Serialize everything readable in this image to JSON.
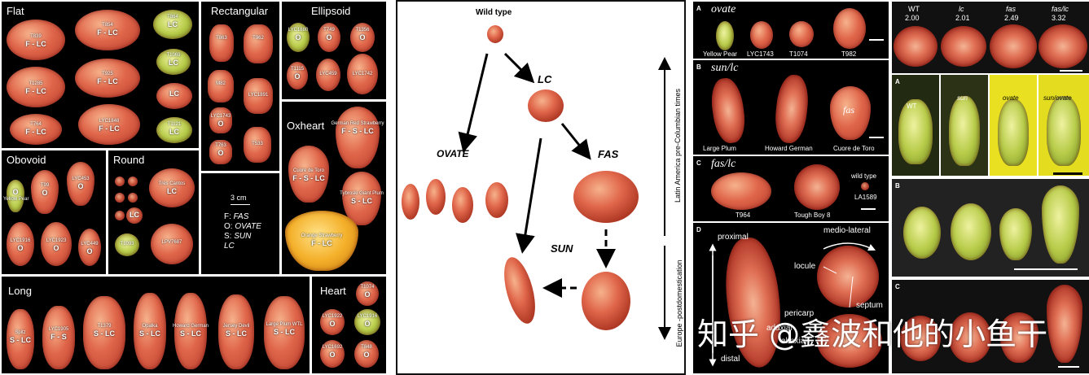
{
  "left": {
    "sections": {
      "flat": "Flat",
      "rect": "Rectangular",
      "ellipsoid": "Ellipsoid",
      "obovoid": "Obovoid",
      "round": "Round",
      "oxheart": "Oxheart",
      "long": "Long",
      "heart": "Heart"
    },
    "legend": {
      "scale": "3 cm",
      "f_key": "F:",
      "f_val": "FAS",
      "o_key": "O:",
      "o_val": "OVATE",
      "s_key": "S:",
      "s_val": "SUN",
      "lc": "LC"
    },
    "fruits": {
      "flat1": {
        "name": "T839",
        "g": "F - LC"
      },
      "flat2": {
        "name": "T854",
        "g": "F - LC"
      },
      "flat3": {
        "name": "T864",
        "g": "LC"
      },
      "flat4": {
        "name": "T1069",
        "g": "LC"
      },
      "flat5": {
        "name": "T1285",
        "g": "F - LC"
      },
      "flat6": {
        "name": "T925",
        "g": "F - LC"
      },
      "flat7": {
        "name": "",
        "g": "LC"
      },
      "flat8": {
        "name": "T764",
        "g": "F - LC"
      },
      "flat9": {
        "name": "LYC1848",
        "g": "F - LC"
      },
      "flat10": {
        "name": "T1121",
        "g": "LC"
      },
      "rect1": {
        "name": "T863",
        "g": ""
      },
      "rect2": {
        "name": "T962",
        "g": ""
      },
      "rect3": {
        "name": "M82",
        "g": ""
      },
      "rect4": {
        "name": "LYC1891",
        "g": ""
      },
      "rect5": {
        "name": "LYC1743",
        "g": "O"
      },
      "rect6": {
        "name": "T763",
        "g": "O"
      },
      "rect7": {
        "name": "T533",
        "g": ""
      },
      "ell1": {
        "name": "LYC1880",
        "g": "O"
      },
      "ell2": {
        "name": "T749",
        "g": "O"
      },
      "ell3": {
        "name": "T1356",
        "g": "O"
      },
      "ell4": {
        "name": "T1115",
        "g": "O"
      },
      "ell5": {
        "name": "LYC459",
        "g": ""
      },
      "ell6": {
        "name": "LYC1742",
        "g": ""
      },
      "obo1": {
        "name": "Yellow Pear",
        "g": "O"
      },
      "obo2": {
        "name": "T99",
        "g": "O"
      },
      "obo3": {
        "name": "LYC453",
        "g": "O"
      },
      "obo4": {
        "name": "LYC1916",
        "g": "O"
      },
      "obo5": {
        "name": "LYC1923",
        "g": "O"
      },
      "obo6": {
        "name": "LYC449",
        "g": "O"
      },
      "rnd1": {
        "name": "Tres Cantos",
        "g": "LC"
      },
      "rnd2": {
        "name": "",
        "g": "LC"
      },
      "rnd3": {
        "name": "T1093",
        "g": ""
      },
      "rnd4": {
        "name": "LPV7687",
        "g": ""
      },
      "ox1": {
        "name": "German Red Strawberry",
        "g": "F - S - LC"
      },
      "ox2": {
        "name": "Cuore de Toro",
        "g": "F - S - LC"
      },
      "ox3": {
        "name": "Tybroski Giant Plum",
        "g": "S - LC"
      },
      "ox4": {
        "name": "Orange Strawberry",
        "g": "F - LC"
      },
      "long1": {
        "name": "Spitz",
        "g": "S - LC"
      },
      "long2": {
        "name": "LYC1905",
        "g": "F - S"
      },
      "long3": {
        "name": "T1379",
        "g": "S - LC"
      },
      "long4": {
        "name": "Opalka",
        "g": "S - LC"
      },
      "long5": {
        "name": "Howard German",
        "g": "S - LC"
      },
      "long6": {
        "name": "Jersey Devil",
        "g": "S - LC"
      },
      "long7": {
        "name": "Large Plum WTL",
        "g": "S - LC"
      },
      "heart1": {
        "name": "T1074",
        "g": "O"
      },
      "heart2": {
        "name": "LYC1922",
        "g": "O"
      },
      "heart3": {
        "name": "LYC1916",
        "g": "O"
      },
      "heart4": {
        "name": "LYC1692",
        "g": "O"
      },
      "heart5": {
        "name": "T848",
        "g": "O"
      }
    }
  },
  "middle": {
    "wild_type": "Wild type",
    "lc": "LC",
    "ovate": "OVATE",
    "fas": "FAS",
    "sun": "SUN",
    "axis_top": "Latin America pre-Columbian times",
    "axis_bottom": "Europe -postdomestication"
  },
  "right": {
    "a_letter": "A",
    "a_title": "ovate",
    "a_labels": [
      "Yellow Pear",
      "LYC1743",
      "T1074",
      "T982"
    ],
    "b_letter": "B",
    "b_title": "sun/lc",
    "b_labels": [
      "Large Plum",
      "Howard German",
      "Cuore de Toro"
    ],
    "b_fas": "fas",
    "c_letter": "C",
    "c_title": "fas/lc",
    "c_labels": [
      "T964",
      "Tough Boy 8"
    ],
    "c_wild": "wild type",
    "c_wild_id": "LA1589",
    "d_letter": "D",
    "d_proximal": "proximal",
    "d_distal": "distal",
    "d_medio": "medio-lateral",
    "d_locule": "locule",
    "d_septum": "septum",
    "d_pericarp": "pericarp",
    "d_adaxial": "adaxial",
    "d_abaxial": "abaxial",
    "top_genotypes": [
      "WT",
      "lc",
      "fas",
      "fas/lc"
    ],
    "top_values": [
      "2.00",
      "2.01",
      "2.49",
      "3.32"
    ],
    "ov_letter": "A",
    "ov_labels": [
      "WT",
      "sun",
      "ovate",
      "sun/ovate"
    ],
    "b2_letter": "B",
    "c2_letter": "C"
  },
  "watermark": "知乎 @鑫波和他的小鱼干"
}
